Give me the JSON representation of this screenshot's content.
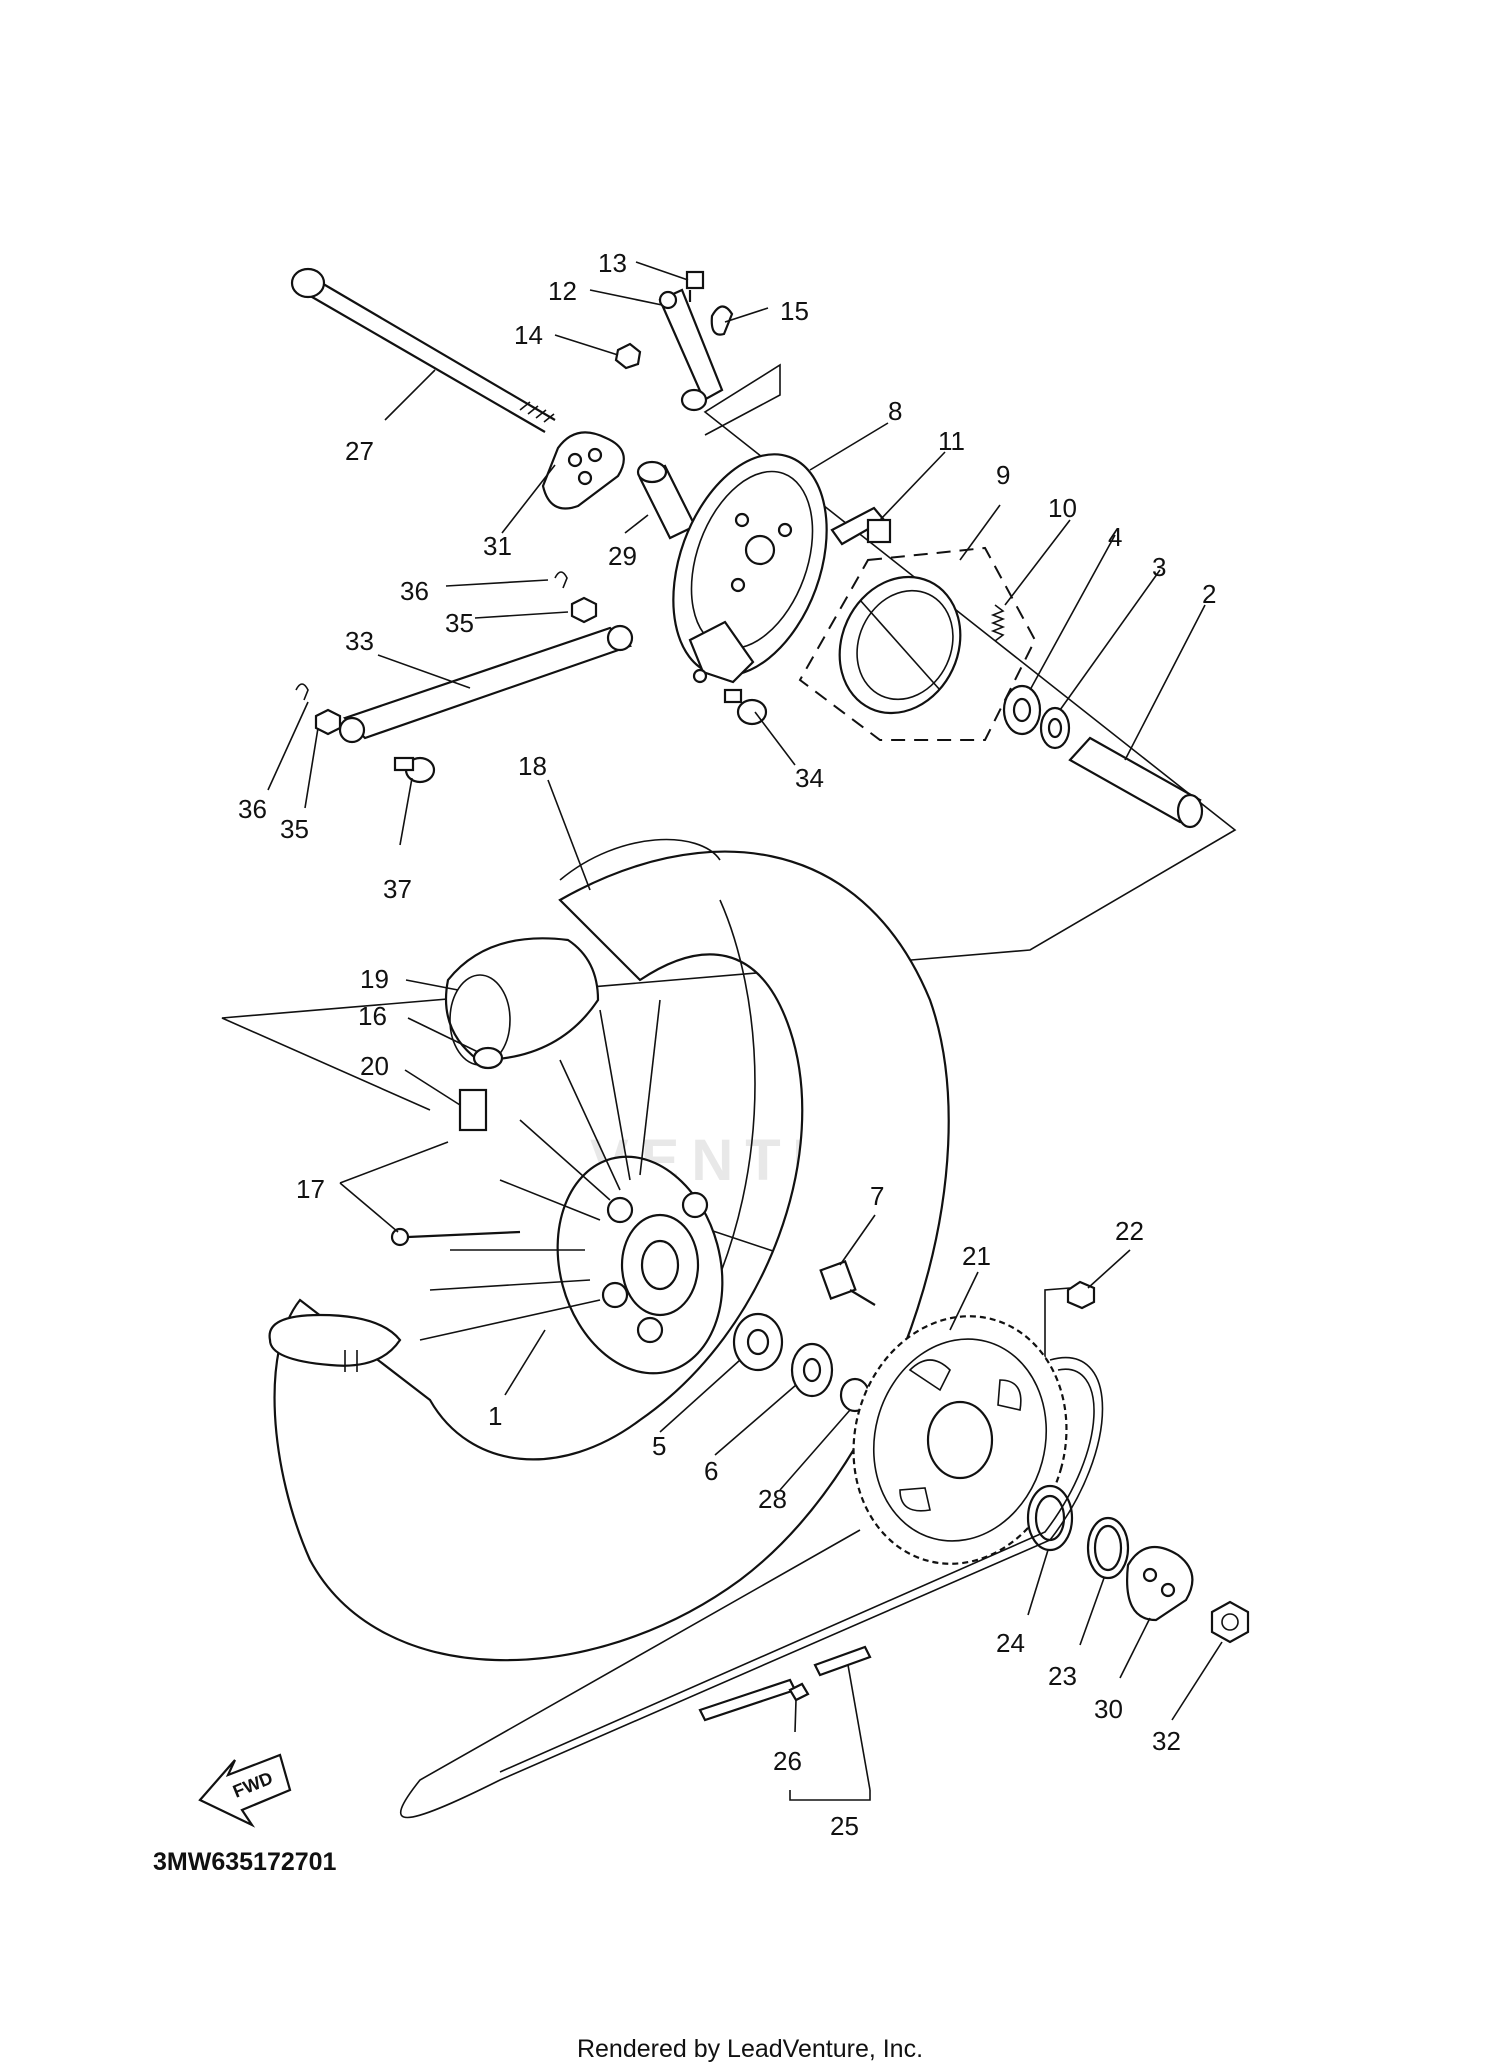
{
  "diagram": {
    "drawing_code": "3MW635172701",
    "footer": "Rendered by LeadVenture, Inc.",
    "watermark": "VENTURE",
    "direction_label": "FWD",
    "callouts": [
      "1",
      "2",
      "3",
      "4",
      "5",
      "6",
      "7",
      "8",
      "9",
      "10",
      "11",
      "12",
      "13",
      "14",
      "15",
      "16",
      "17",
      "18",
      "19",
      "20",
      "21",
      "22",
      "23",
      "24",
      "25",
      "26",
      "27",
      "28",
      "29",
      "30",
      "31",
      "32",
      "33",
      "34",
      "35",
      "36",
      "37"
    ]
  }
}
